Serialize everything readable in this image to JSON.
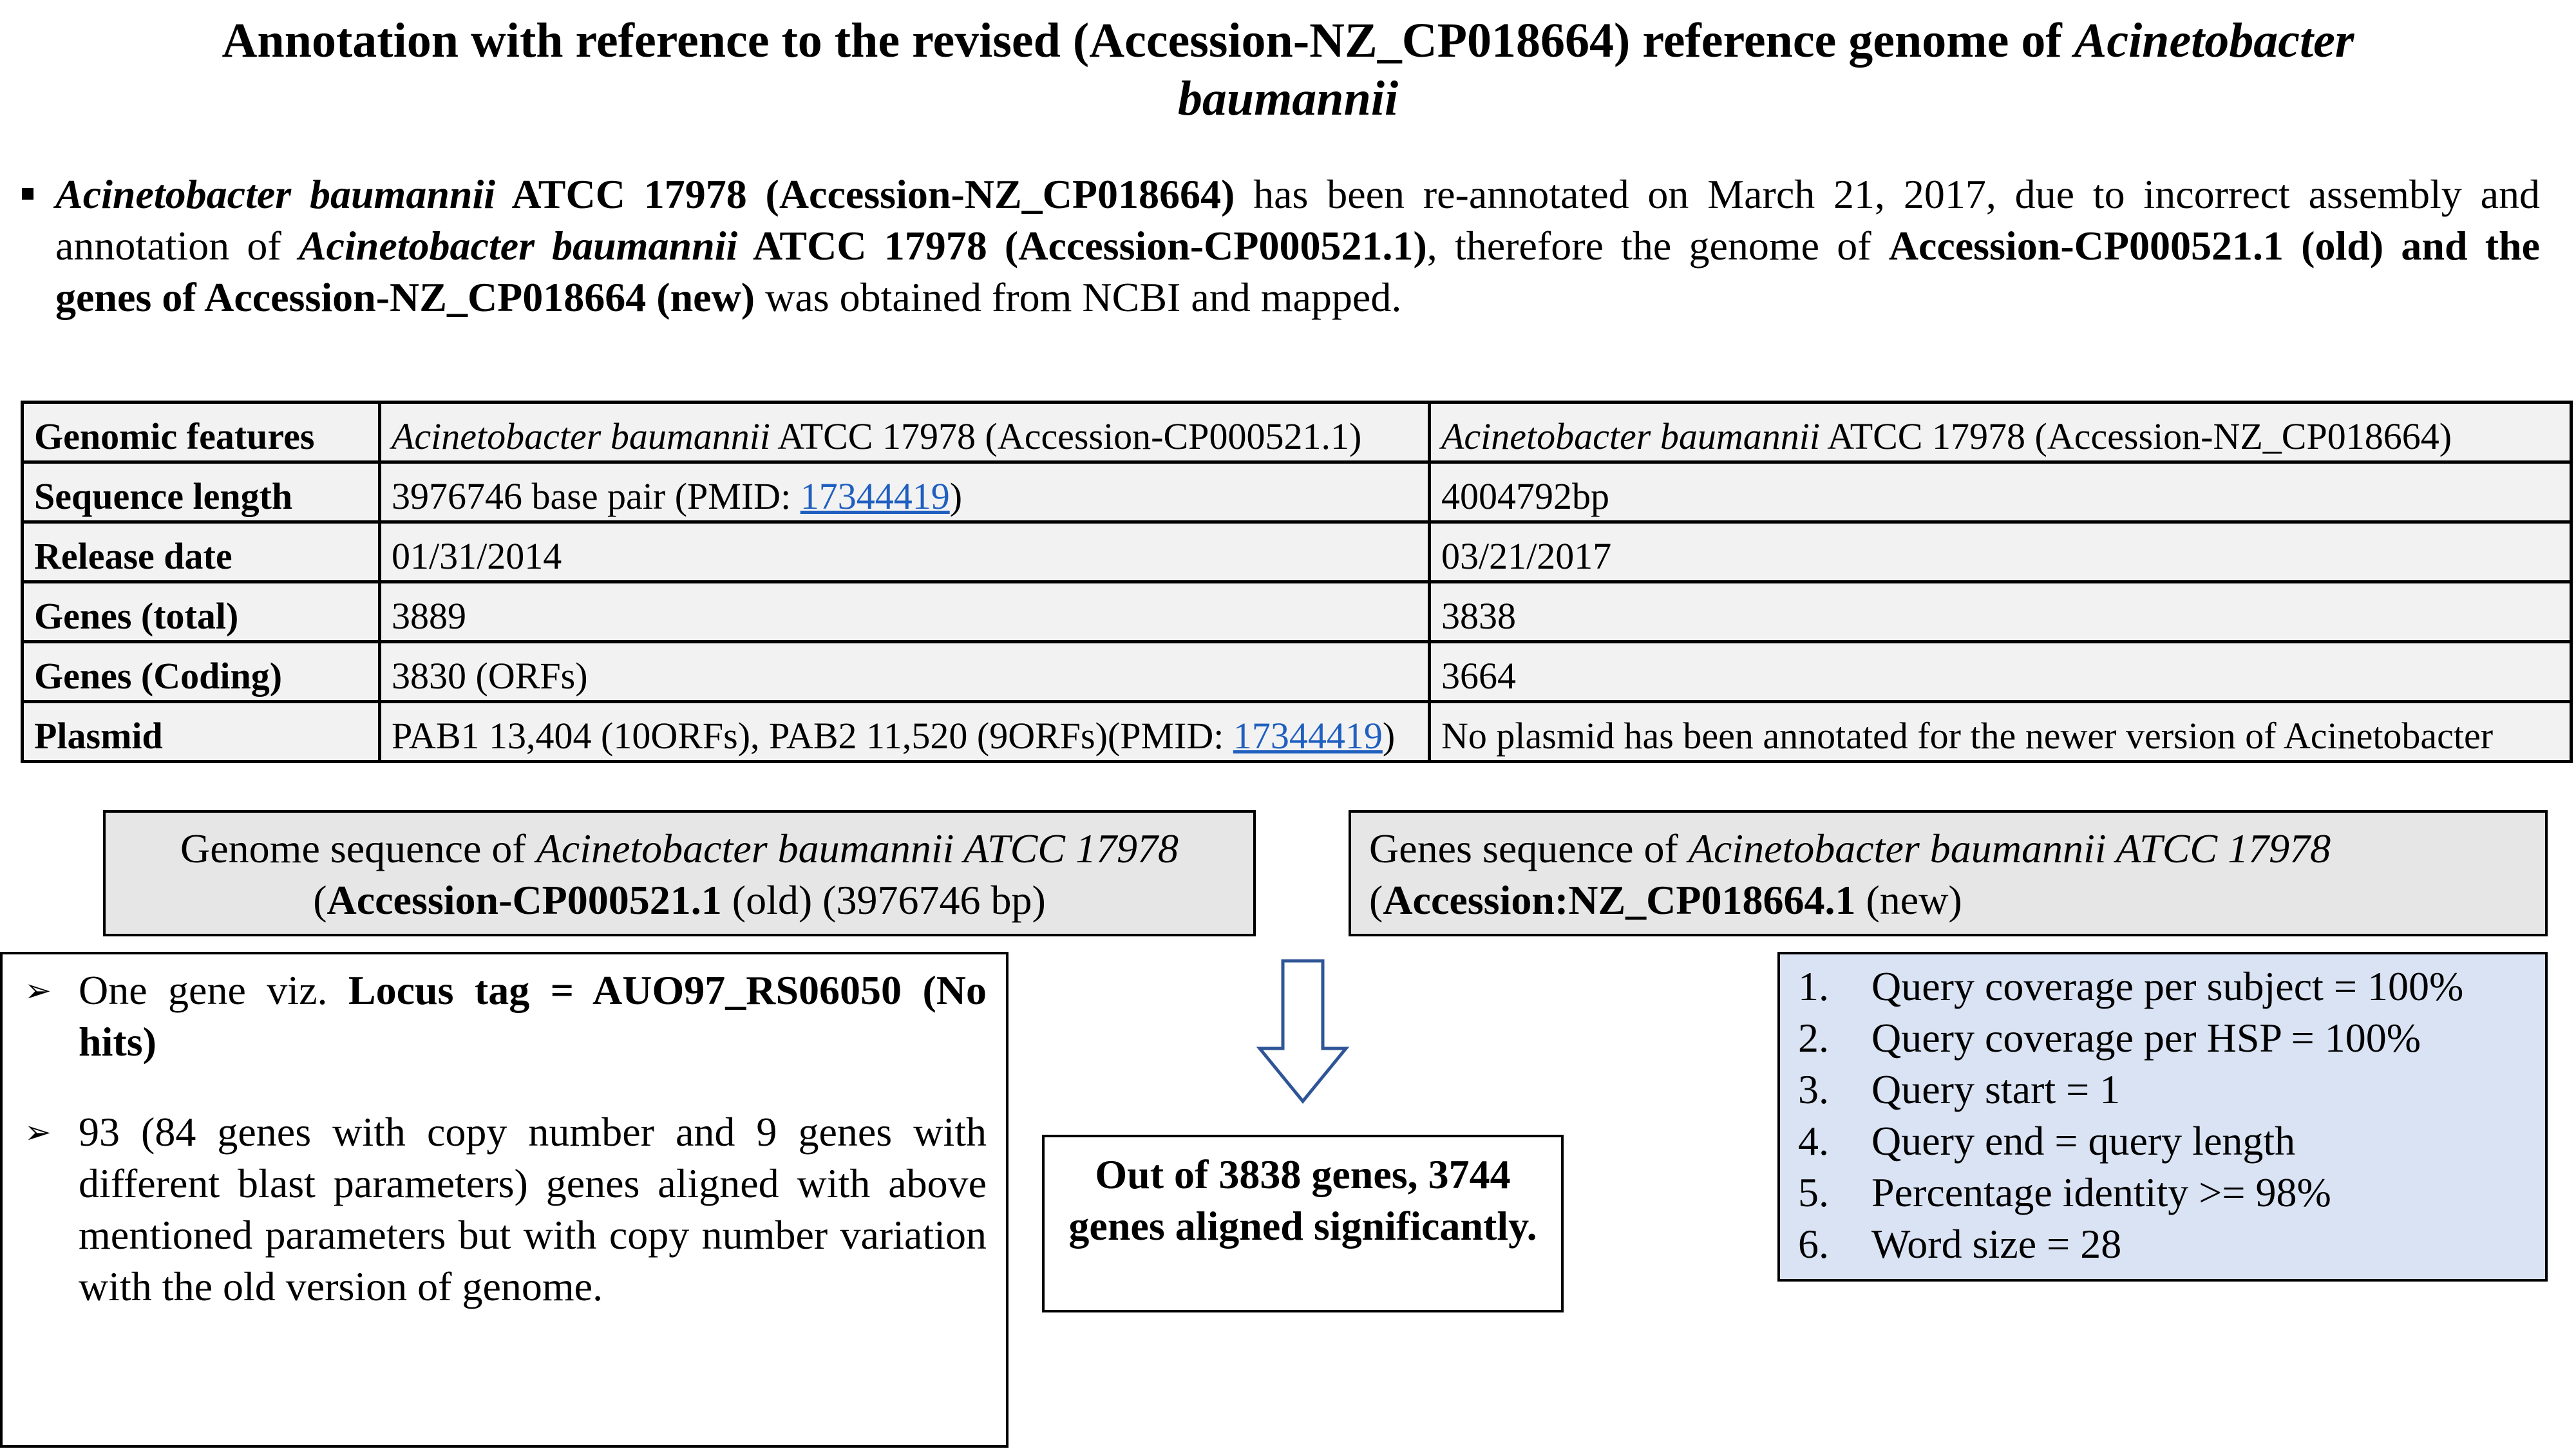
{
  "title": {
    "line1": "Annotation with reference to the revised (Accession-NZ_CP018664) reference genome of ",
    "organism1": "Acinetobacter",
    "organism2": "baumannii"
  },
  "intro": {
    "organism": "Acinetobacter baumannii",
    "accession_new_bold": " ATCC 17978 (Accession-NZ_CP018664)",
    "text1": " has been re-annotated on March 21, 2017, due to incorrect assembly and annotation of ",
    "organism2": "Acinetobacter baumannii",
    "accession_old_bold": " ATCC 17978 (Accession-CP000521.1)",
    "text2": ", therefore the genome of ",
    "bold3": "Accession-CP000521.1 (old) and the genes of Accession-NZ_CP018664 (new)",
    "text3": " was obtained from NCBI and mapped."
  },
  "table": {
    "rows": [
      {
        "feature": "Genomic features",
        "old_italic": "Acinetobacter baumannii",
        "old_rest": " ATCC 17978 (Accession-CP000521.1)",
        "new_italic": "Acinetobacter baumannii",
        "new_rest": " ATCC 17978 (Accession-NZ_CP018664)"
      },
      {
        "feature": "Sequence length",
        "old_pre": "3976746 base pair (PMID: ",
        "old_link": "17344419",
        "old_post": ")",
        "new": "4004792bp"
      },
      {
        "feature": "Release date",
        "old": "01/31/2014",
        "new": "03/21/2017"
      },
      {
        "feature": "Genes (total)",
        "old": "3889",
        "new": "3838"
      },
      {
        "feature": "Genes (Coding)",
        "old": "3830 (ORFs)",
        "new": "3664"
      },
      {
        "feature": "Plasmid",
        "old_pre": "PAB1 13,404 (10ORFs), PAB2 11,520 (9ORFs)(PMID: ",
        "old_link": "17344419",
        "old_post": ")",
        "new": "No plasmid has been annotated for the newer version of Acinetobacter"
      }
    ]
  },
  "genome_box": {
    "prefix": "Genome sequence of  ",
    "organism": "Acinetobacter baumannii ATCC 17978",
    "open": "(",
    "accession": "Accession-CP000521.1",
    "suffix": " (old) (3976746 bp)"
  },
  "genes_box": {
    "prefix": "Genes sequence of  ",
    "organism": "Acinetobacter baumannii ATCC 17978",
    "open": "(",
    "accession": "Accession:NZ_CP018664.1",
    "suffix": " (new)"
  },
  "left_box": {
    "item1_pre": "One gene viz. ",
    "item1_bold": "Locus tag = AUO97_RS06050 (No hits)",
    "item2": "93 (84 genes with copy number and 9 genes with different blast parameters) genes aligned with above mentioned parameters but with copy number variation with the old version of genome."
  },
  "center_box": {
    "text": "Out of 3838 genes, 3744 genes aligned significantly."
  },
  "parameters": [
    {
      "num": "1.",
      "text": "Query coverage per subject = 100%"
    },
    {
      "num": "2.",
      "text": "Query coverage per HSP = 100%"
    },
    {
      "num": "3.",
      "text": "Query start = 1"
    },
    {
      "num": "4.",
      "text": "Query end = query length"
    },
    {
      "num": "5.",
      "text": "Percentage identity >= 98%"
    },
    {
      "num": "6.",
      "text": "Word size = 28"
    }
  ],
  "colors": {
    "table_bg": "#f2f2f2",
    "gray_box": "#e6e6e6",
    "blue_box": "#dae3f3",
    "link": "#1f5fbf",
    "arrow_stroke": "#2f5597"
  }
}
